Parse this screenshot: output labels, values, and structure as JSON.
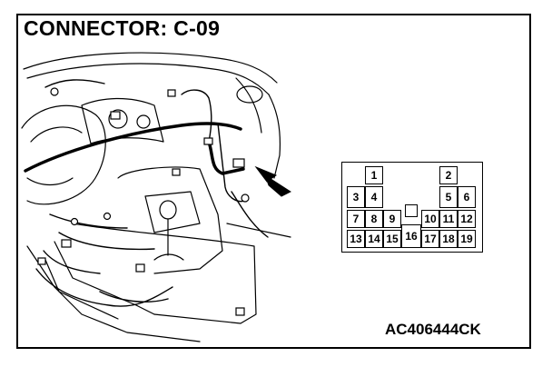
{
  "title": "CONNECTOR: C-09",
  "illustration_code": "AC406444CK",
  "connector": {
    "pins": [
      {
        "label": "1",
        "row": 0,
        "col": 1
      },
      {
        "label": "2",
        "row": 0,
        "col": 5
      },
      {
        "label": "3",
        "row": 1,
        "col": 0
      },
      {
        "label": "4",
        "row": 1,
        "col": 1
      },
      {
        "label": "5",
        "row": 1,
        "col": 5
      },
      {
        "label": "6",
        "row": 1,
        "col": 6
      },
      {
        "label": "7",
        "row": 2,
        "col": 0
      },
      {
        "label": "8",
        "row": 2,
        "col": 1
      },
      {
        "label": "9",
        "row": 2,
        "col": 2
      },
      {
        "label": "10",
        "row": 2,
        "col": 4
      },
      {
        "label": "11",
        "row": 2,
        "col": 5
      },
      {
        "label": "12",
        "row": 2,
        "col": 6
      },
      {
        "label": "13",
        "row": 3,
        "col": 0
      },
      {
        "label": "14",
        "row": 3,
        "col": 1
      },
      {
        "label": "15",
        "row": 3,
        "col": 2
      },
      {
        "label": "16",
        "row": 3,
        "col": 3
      },
      {
        "label": "17",
        "row": 3,
        "col": 4
      },
      {
        "label": "18",
        "row": 3,
        "col": 5
      },
      {
        "label": "19",
        "row": 3,
        "col": 6
      }
    ]
  }
}
